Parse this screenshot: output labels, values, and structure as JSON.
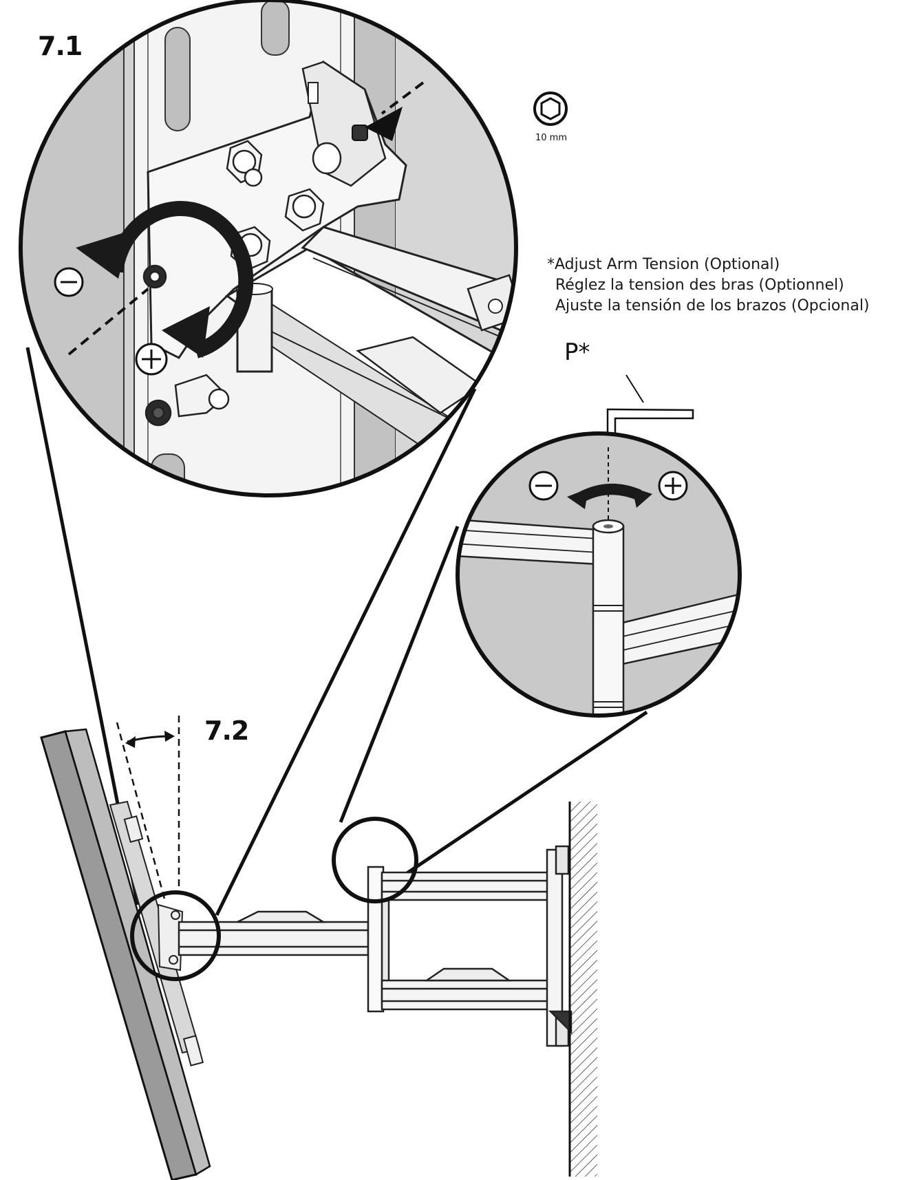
{
  "steps": {
    "step1": "7.1",
    "step2": "7.2"
  },
  "hex_tool": {
    "icon": "hex-socket-icon",
    "size": "10 mm"
  },
  "tension_note": {
    "line_en": "*Adjust Arm Tension (Optional)",
    "line_fr": "Réglez la tension des bras (Optionnel)",
    "line_es": "Ajuste la tensión de los brazos (Opcional)"
  },
  "tool_label": "P*",
  "symbols": {
    "minus": "minus-icon",
    "plus": "plus-icon",
    "rotate": "rotate-arrow-icon"
  },
  "colors": {
    "panel_gray": "#c9c9c9",
    "line": "#111111",
    "tv_gray": "#9a9a9a"
  }
}
